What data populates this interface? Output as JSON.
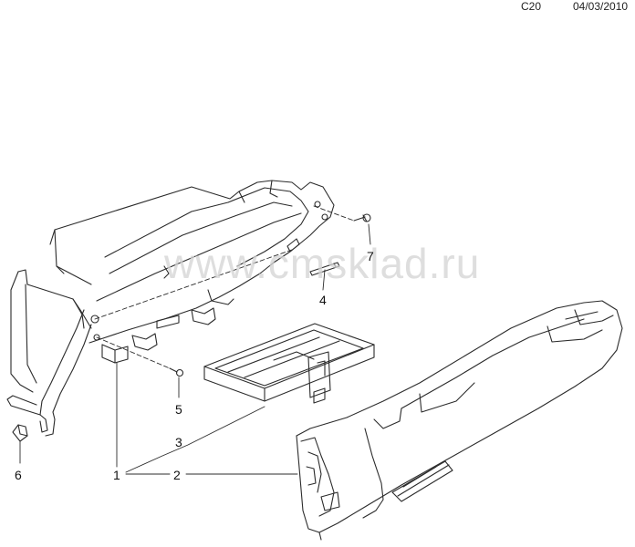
{
  "header": {
    "code": "C20",
    "date": "04/03/2010"
  },
  "watermark": "www.cmsklad.ru",
  "callouts": {
    "c1": "1",
    "c2": "2",
    "c3": "3",
    "c4": "4",
    "c5": "5",
    "c6": "6",
    "c7": "7"
  },
  "colors": {
    "line": "#2b2b2b",
    "watermark": "#d4d4d4"
  }
}
